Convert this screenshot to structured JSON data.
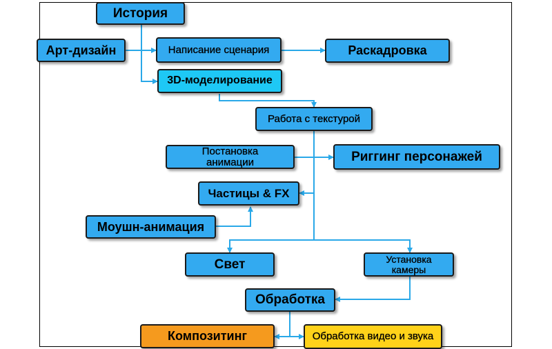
{
  "colors": {
    "box": "#33aaf0",
    "box_cyan": "#1ec8f5",
    "box_orange": "#f59a1e",
    "box_yellow": "#ffd21a",
    "line": "#29a8e8"
  },
  "nodes": {
    "story": "История",
    "art_design": "Арт-дизайн",
    "scriptwriting": "Написание сценария",
    "storyboard": "Раскадровка",
    "modeling_3d": "3D-моделирование",
    "texturing": "Работа с текстурой",
    "animation_setup": "Постановка анимации",
    "rigging": "Риггинг персонажей",
    "particles_fx": "Частицы & FX",
    "motion_animation": "Моушн-анимация",
    "lighting": "Свет",
    "camera_setup": "Установка камеры",
    "processing": "Обработка",
    "compositing": "Композитинг",
    "video_audio": "Обработка видео и звука"
  }
}
